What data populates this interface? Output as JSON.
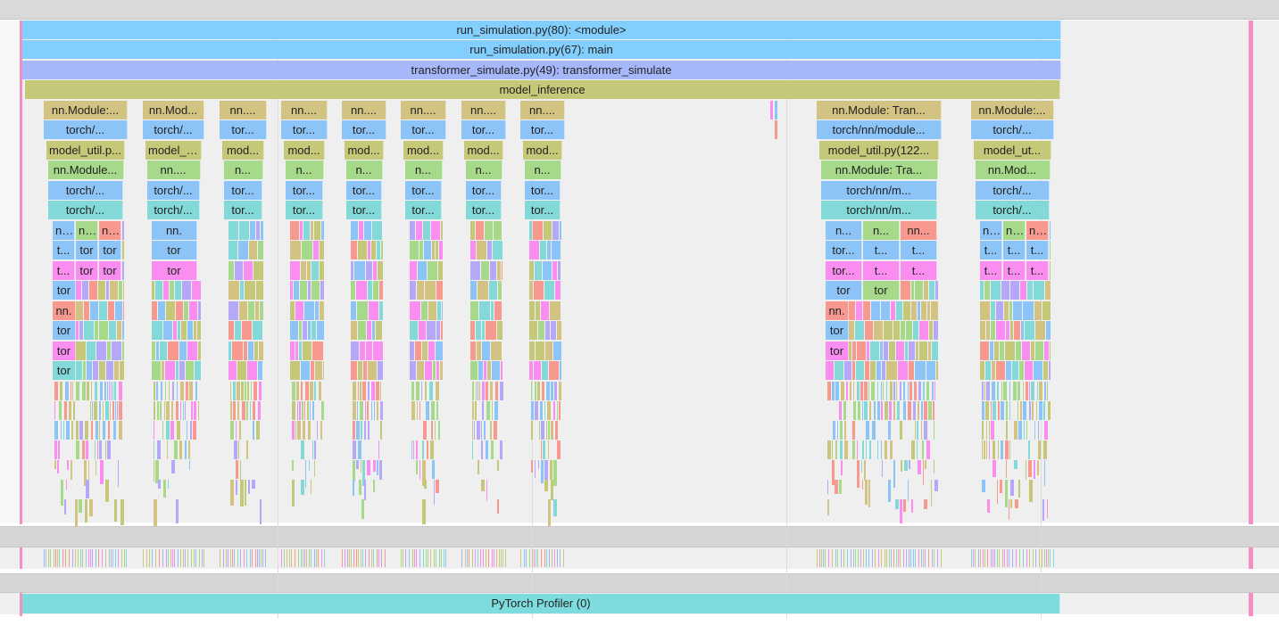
{
  "colors": {
    "module": "#82cffd",
    "main": "#82cffd",
    "simulate": "#a6b8fa",
    "inference": "#c4c878",
    "nn_module": "#d3c383",
    "torch_blue": "#8cc4f8",
    "model_util": "#c4c878",
    "nn_green": "#a6d98a",
    "torch_teal": "#83d9d8",
    "pink": "#f98ef0",
    "salmon": "#f7998f",
    "profiler": "#7fdcde"
  },
  "top_stack": [
    {
      "label": "run_simulation.py(80): <module>",
      "color": "#82cffd"
    },
    {
      "label": "run_simulation.py(67): main",
      "color": "#82cffd"
    },
    {
      "label": "transformer_simulate.py(49): transformer_simulate",
      "color": "#a6b8fa"
    },
    {
      "label": "model_inference",
      "color": "#c4c878"
    }
  ],
  "clusters": [
    {
      "rows": [
        {
          "label": "nn.Module:..."
        },
        {
          "label": "torch/..."
        },
        {
          "label": "model_util.p..."
        },
        {
          "label": "nn.Module..."
        },
        {
          "label": "torch/..."
        },
        {
          "label": "torch/..."
        }
      ],
      "sub_rows": [
        {
          "labels": [
            "n...",
            "nn.",
            "nn."
          ]
        },
        {
          "labels": [
            "t...",
            "tor",
            "tor"
          ]
        },
        {
          "labels": [
            "t...",
            "tor",
            "tor"
          ]
        },
        {
          "labels": [
            "tor"
          ]
        },
        {
          "labels": [
            "nn."
          ]
        },
        {
          "labels": [
            "tor"
          ]
        },
        {
          "labels": [
            "tor"
          ]
        },
        {
          "labels": [
            "tor"
          ]
        }
      ]
    },
    {
      "rows": [
        {
          "label": "nn.Mod..."
        },
        {
          "label": "torch/..."
        },
        {
          "label": "model_ut..."
        },
        {
          "label": "nn...."
        },
        {
          "label": "torch/..."
        },
        {
          "label": "torch/..."
        }
      ],
      "sub_rows": [
        {
          "labels": [
            "nn."
          ]
        },
        {
          "labels": [
            "tor"
          ]
        },
        {
          "labels": [
            "tor"
          ]
        }
      ]
    },
    {
      "rows": [
        {
          "label": "nn...."
        },
        {
          "label": "tor..."
        },
        {
          "label": "mod..."
        },
        {
          "label": "n..."
        },
        {
          "label": "tor..."
        },
        {
          "label": "tor..."
        }
      ]
    },
    {
      "rows": [
        {
          "label": "nn...."
        },
        {
          "label": "tor..."
        },
        {
          "label": "mod..."
        },
        {
          "label": "n..."
        },
        {
          "label": "tor..."
        },
        {
          "label": "tor..."
        }
      ]
    },
    {
      "rows": [
        {
          "label": "nn...."
        },
        {
          "label": "tor..."
        },
        {
          "label": "mod..."
        },
        {
          "label": "n..."
        },
        {
          "label": "tor..."
        },
        {
          "label": "tor..."
        }
      ]
    },
    {
      "rows": [
        {
          "label": "nn...."
        },
        {
          "label": "tor..."
        },
        {
          "label": "mod..."
        },
        {
          "label": "n..."
        },
        {
          "label": "tor..."
        },
        {
          "label": "tor..."
        }
      ]
    },
    {
      "rows": [
        {
          "label": "nn...."
        },
        {
          "label": "tor..."
        },
        {
          "label": "mod..."
        },
        {
          "label": "n..."
        },
        {
          "label": "tor..."
        },
        {
          "label": "tor..."
        }
      ]
    },
    {
      "rows": [
        {
          "label": "nn...."
        },
        {
          "label": "tor..."
        },
        {
          "label": "mod..."
        },
        {
          "label": "n..."
        },
        {
          "label": "tor..."
        },
        {
          "label": "tor..."
        }
      ]
    },
    {
      "rows": [
        {
          "label": "nn.Module: Tran..."
        },
        {
          "label": "torch/nn/module..."
        },
        {
          "label": "model_util.py(122..."
        },
        {
          "label": "nn.Module: Tra..."
        },
        {
          "label": "torch/nn/m..."
        },
        {
          "label": "torch/nn/m..."
        }
      ],
      "sub_rows": [
        {
          "labels": [
            "n...",
            "n...",
            "nn..."
          ]
        },
        {
          "labels": [
            "tor...",
            "t...",
            "t..."
          ]
        },
        {
          "labels": [
            "tor...",
            "t...",
            "t..."
          ]
        },
        {
          "labels": [
            "tor",
            "tor"
          ]
        },
        {
          "labels": [
            "nn."
          ]
        },
        {
          "labels": [
            "tor"
          ]
        },
        {
          "labels": [
            "tor"
          ]
        }
      ]
    },
    {
      "rows": [
        {
          "label": "nn.Module:..."
        },
        {
          "label": "torch/..."
        },
        {
          "label": "model_ut..."
        },
        {
          "label": "nn.Mod..."
        },
        {
          "label": "torch/..."
        },
        {
          "label": "torch/..."
        }
      ],
      "sub_rows": [
        {
          "labels": [
            "nn.",
            "nn.",
            "nn."
          ]
        },
        {
          "labels": [
            "t...",
            "t...",
            "t..."
          ]
        },
        {
          "labels": [
            "t...",
            "t...",
            "t..."
          ]
        }
      ]
    }
  ],
  "profiler_track": {
    "label": "PyTorch Profiler (0)",
    "color": "#7fdcde"
  }
}
